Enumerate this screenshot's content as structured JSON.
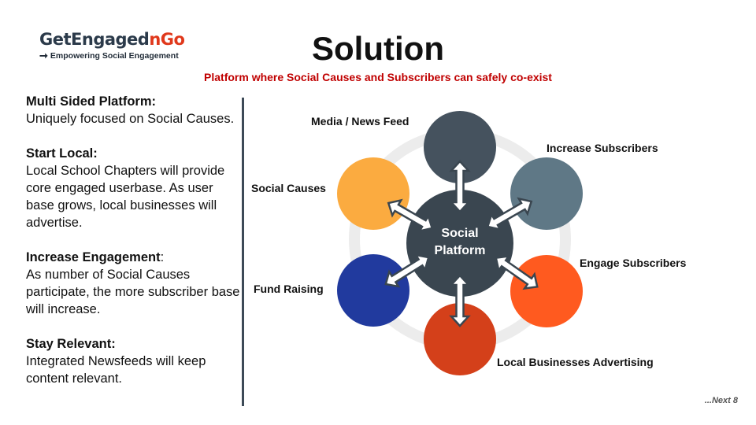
{
  "logo": {
    "name_part1": "GetEngaged",
    "name_part2": "nGo",
    "tagline": "Empowering Social Engagement"
  },
  "header": {
    "title": "Solution",
    "subtitle": "Platform where Social Causes and Subscribers can safely co-exist"
  },
  "sections": [
    {
      "heading": "Multi Sided Platform:",
      "body": "Uniquely focused on Social Causes."
    },
    {
      "heading": "Start Local:",
      "body": "Local School Chapters will provide core engaged userbase. As user base grows, local businesses will advertise."
    },
    {
      "heading": "Increase Engagement",
      "heading_suffix": ":",
      "body": "As number of Social Causes participate, the more subscriber base will increase."
    },
    {
      "heading": "Stay Relevant:",
      "body": "Integrated Newsfeeds will keep content relevant."
    }
  ],
  "diagram": {
    "center": {
      "line1": "Social",
      "line2": "Platform",
      "color": "#3a4650"
    },
    "nodes": [
      {
        "label": "Media / News Feed",
        "color": "#45525e"
      },
      {
        "label": "Increase Subscribers",
        "color": "#5f7886"
      },
      {
        "label": "Engage Subscribers",
        "color": "#ff5a1f"
      },
      {
        "label": "Local Businesses Advertising",
        "color": "#d4401a"
      },
      {
        "label": "Fund Raising",
        "color": "#213a9e"
      },
      {
        "label": "Social Causes",
        "color": "#fbab40"
      }
    ],
    "ring_color": "#ececec"
  },
  "footer": {
    "page": "...Next 8"
  }
}
